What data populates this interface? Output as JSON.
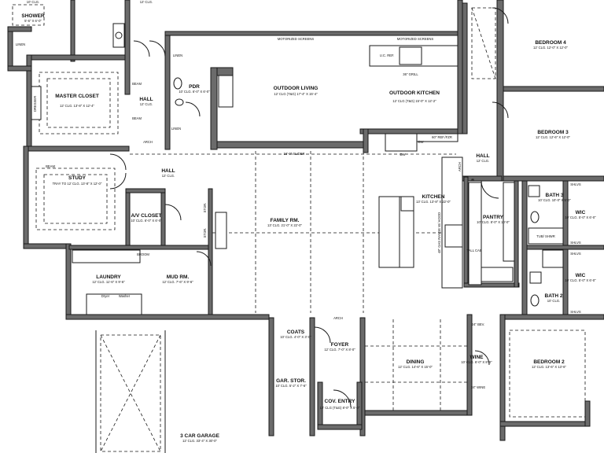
{
  "rooms": [
    {
      "id": "shower",
      "name": "SHOWER",
      "sub": "5'-6\" X 6'-0\""
    },
    {
      "id": "master-closet",
      "name": "MASTER CLOSET",
      "sub": "12' CLG. 13'-8\" X 12'-4\""
    },
    {
      "id": "hall-upper",
      "name": "HALL",
      "sub": "12' CLG."
    },
    {
      "id": "pdr",
      "name": "PDR",
      "sub": "10' CLG. 6'-0\" X 6'-0\""
    },
    {
      "id": "outdoor-living",
      "name": "OUTDOOR LIVING",
      "sub": "12' CLG (T&G) 17'-4\" X 15'-4\""
    },
    {
      "id": "outdoor-kitchen",
      "name": "OUTDOOR KITCHEN",
      "sub": "12' CLG (T&G) 15'-0\" X 12'-2\""
    },
    {
      "id": "bedroom-4",
      "name": "BEDROOM 4",
      "sub": "12' CLG. 12'-0\" X 12'-0\""
    },
    {
      "id": "bedroom-3",
      "name": "BEDROOM 3",
      "sub": "12' CLG. 12'-6\" X 12'-0\""
    },
    {
      "id": "study",
      "name": "STUDY",
      "sub": "TRAY TO 12' CLG. 13'-8\" X 12'-0\""
    },
    {
      "id": "hall-main",
      "name": "HALL",
      "sub": "12' CLG."
    },
    {
      "id": "hall-right",
      "name": "HALL",
      "sub": "12' CLG."
    },
    {
      "id": "av-closet",
      "name": "A/V CLOSET",
      "sub": "10' CLG. 6'-0\" X 6'-0\""
    },
    {
      "id": "family-rm",
      "name": "FAMILY RM.",
      "sub": "13' CLG. 21'-0\" X 22'-0\""
    },
    {
      "id": "kitchen",
      "name": "KITCHEN",
      "sub": "13' CLG. 13'-8\" X 22'-0\""
    },
    {
      "id": "pantry",
      "name": "PANTRY",
      "sub": "10' CLG. 8'-0\" X 10'-0\""
    },
    {
      "id": "bath-3",
      "name": "BATH 3",
      "sub": "10' CLG. 10'-0\" X 5'-0\""
    },
    {
      "id": "wic-upper",
      "name": "WIC",
      "sub": "10' CLG. 5'-0\" X 6'-0\""
    },
    {
      "id": "wic-lower",
      "name": "WIC",
      "sub": "10' CLG. 5'-0\" X 6'-0\""
    },
    {
      "id": "bath-2",
      "name": "BATH 2",
      "sub": "10' CLG."
    },
    {
      "id": "laundry",
      "name": "LAUNDRY",
      "sub": "12' CLG. 11'-6\" X 9'-6\""
    },
    {
      "id": "mud-rm",
      "name": "MUD RM.",
      "sub": "12' CLG. 7'-6\" X 9'-6\""
    },
    {
      "id": "coats",
      "name": "COATS",
      "sub": "10' CLG. 4'-0\" X 3'-0\""
    },
    {
      "id": "foyer",
      "name": "FOYER",
      "sub": "12' CLG. 7'-0\" X 8'-0\""
    },
    {
      "id": "gar-stor",
      "name": "GAR. STOR.",
      "sub": "10' CLG. 5'-2\" X 7'-6\""
    },
    {
      "id": "cov-entry",
      "name": "COV. ENTRY",
      "sub": "12' CLG (T&G) 8'-0\" X 5'-0\""
    },
    {
      "id": "dining",
      "name": "DINING",
      "sub": "12' CLG. 14'-6\" X 15'-0\""
    },
    {
      "id": "wine",
      "name": "WINE",
      "sub": "10' CLG. 6'-0\" X 8'-0\""
    },
    {
      "id": "bedroom-2",
      "name": "BEDROOM 2",
      "sub": "12' CLG. 13'-6\" X 13'-6\""
    },
    {
      "id": "garage",
      "name": "3 CAR GARAGE",
      "sub": "12' CLG. 33'-4\" X 30'-0\""
    }
  ],
  "notes": {
    "clg-top": "12' CLG.",
    "clg-shower": "10' CLG.",
    "motorized-screens-1": "MOTORIZED SCREENS",
    "motorized-screens-2": "MOTORIZED SCREENS",
    "uc-ref": "U.C. REF.",
    "grill": "36\" GRILL",
    "slider": "16'-0\" SLIDER",
    "dw": "DW",
    "dw2": "DW",
    "ref": "60\" REF./FZR",
    "range": "48\" GAS RANGE W/ HOOD",
    "tall-cab": "TALL CAB",
    "linen-1": "LINEN",
    "linen-2": "LINEN",
    "linen-3": "LINEN",
    "broom": "BROOM",
    "dryer": "Dryer",
    "washer": "Washer",
    "stor-1": "STOR.",
    "stor-2": "STOR.",
    "dresser": "DRESSER",
    "beam-1": "BEAM",
    "beam-2": "BEAM",
    "beam-3": "BEAM",
    "arch-1": "ARCH",
    "arch-2": "ARCH",
    "arch-3": "ARCH",
    "shlvs-1": "SHLVS",
    "shlvs-2": "SHLVS",
    "shlvs-3": "SHLVS",
    "shlvs-4": "SHLVS",
    "tub": "TUB/ SHWR",
    "wine-bev": "24\" BEV.",
    "wine-cooler": "24\" WINE"
  }
}
